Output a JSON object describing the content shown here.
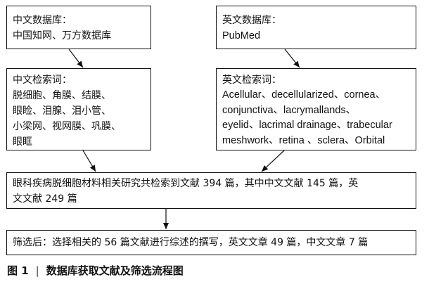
{
  "nodes": {
    "cn_db": {
      "title": "中文数据库：",
      "body": "中国知网、万方数据库"
    },
    "en_db": {
      "title": "英文数据库：",
      "body": "PubMed"
    },
    "cn_terms": {
      "title": "中文检索词：",
      "body": "脱细胞、角膜、结膜、\n眼睑、泪腺、泪小管、\n小梁网、视网膜、巩膜、\n眼眶"
    },
    "en_terms": {
      "title": "英文检索词：",
      "body": "Acellular、decellularized、cornea、\nconjunctiva、lacrymallands、\neyelid、lacrimal drainage、trabecular\nmeshwork、retina 、sclera、Orbital"
    },
    "search_result": {
      "body": "眼科疾病脱细胞材料相关研究共检索到文献 394 篇，其中中文文献 145 篇，英\n文文献 249 篇"
    },
    "screening": {
      "body": "筛选后：选择相关的 56 篇文献进行综述的撰写，英文文章 49 篇，中文文章 7 篇"
    }
  },
  "caption": {
    "figure": "图 1",
    "separator": "|",
    "text": "数据库获取文献及筛选流程图"
  },
  "edges": [
    {
      "from": "cn_db",
      "to": "cn_terms"
    },
    {
      "from": "en_db",
      "to": "en_terms"
    },
    {
      "from": "cn_terms",
      "to": "search_result"
    },
    {
      "from": "en_terms",
      "to": "search_result"
    },
    {
      "from": "search_result",
      "to": "screening"
    }
  ]
}
